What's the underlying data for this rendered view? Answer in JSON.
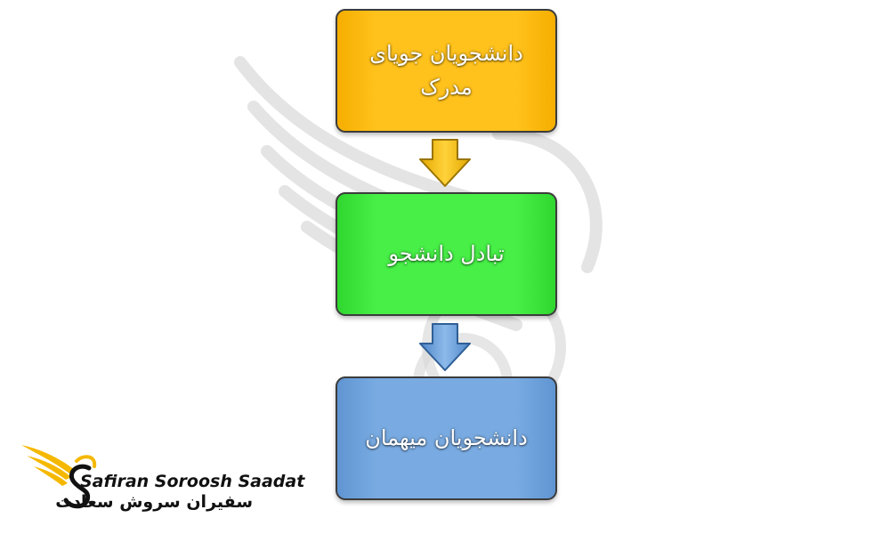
{
  "flow": {
    "steps": [
      {
        "label": "دانشجویان جویای مدرک",
        "color": "#ffc21c"
      },
      {
        "label": "تبادل دانشجو",
        "color": "#47ef47"
      },
      {
        "label": "دانشجویان میهمان",
        "color": "#79abe2"
      }
    ],
    "arrows": [
      {
        "color": "#f6c000"
      },
      {
        "color": "#6fa3de"
      }
    ]
  },
  "brand": {
    "name_en": "Safiran Soroosh Saadat",
    "name_fa": "سفیران سروش سعادت",
    "logo_icon": "wing-s-logo-icon",
    "watermark_icon": "wing-watermark-icon"
  }
}
